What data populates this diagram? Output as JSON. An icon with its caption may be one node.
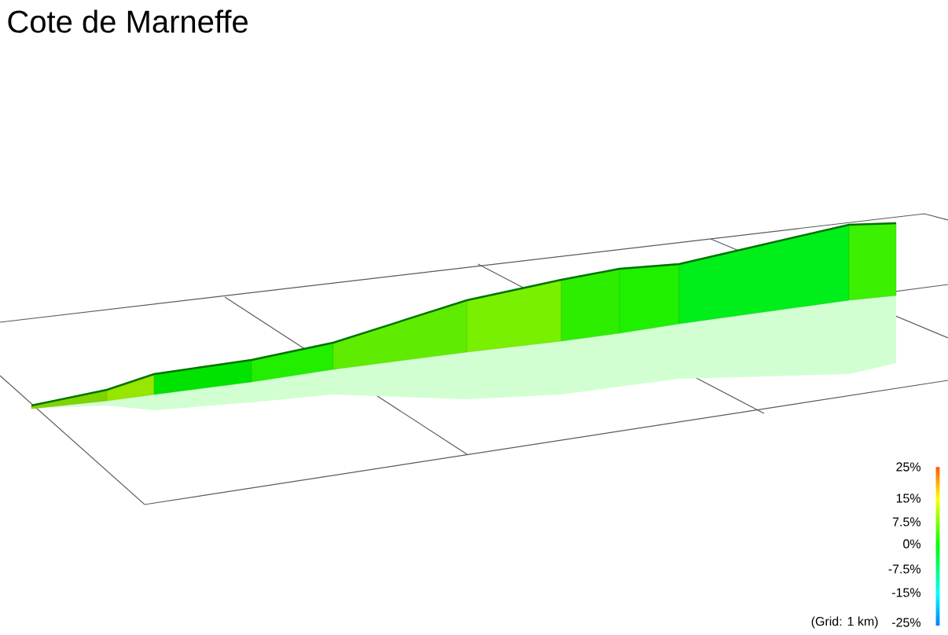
{
  "diagram": {
    "title": "Cote de Marneffe",
    "labels": [
      "25%",
      "15%",
      "7.5%",
      "0%",
      "-7.5%",
      "-15%",
      "(Grid: 1 km)",
      "-25%"
    ]
  }
}
